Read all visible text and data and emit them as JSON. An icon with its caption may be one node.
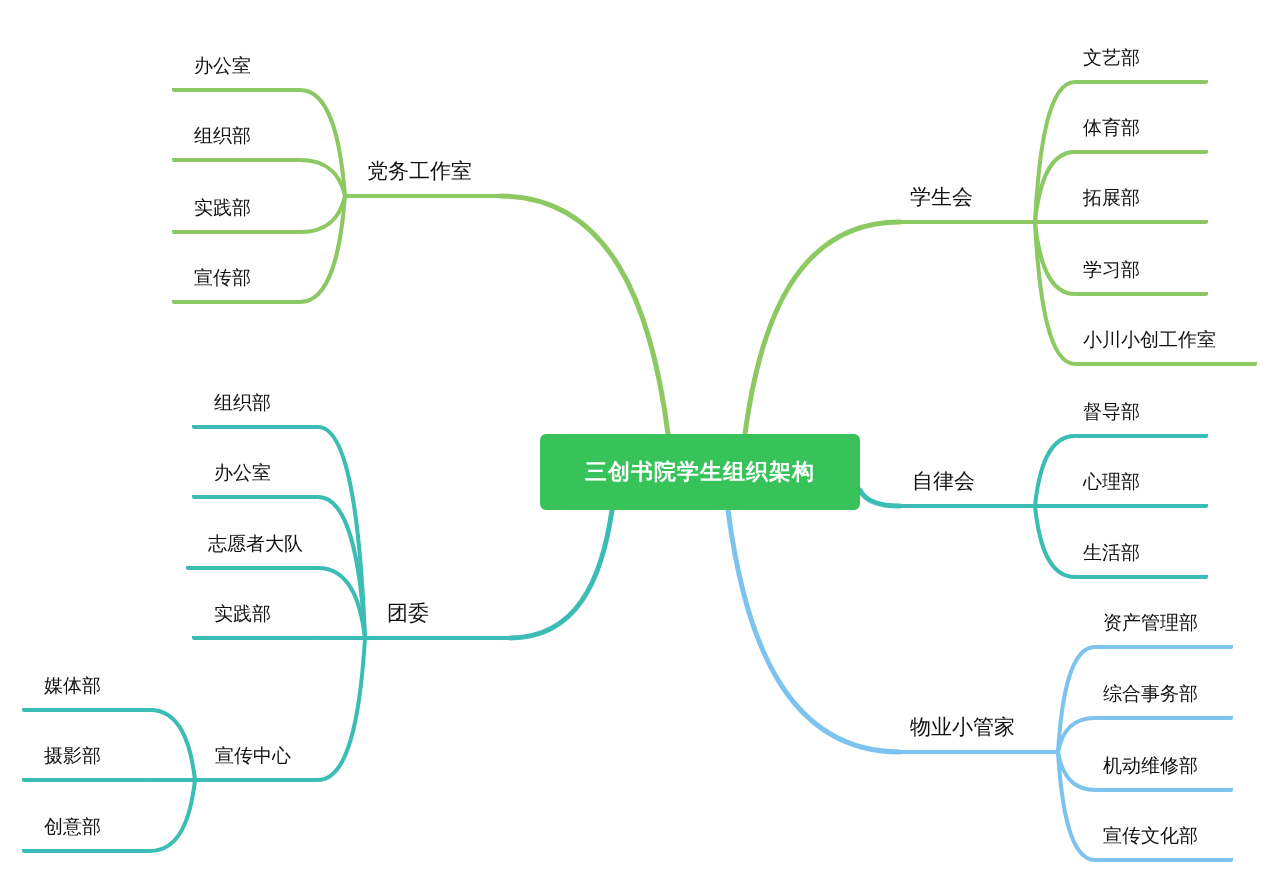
{
  "diagram": {
    "nodes": [
      {
        "text": [
          "三创书院学生组织架构"
        ]
      },
      {
        "text": [
          "党务工作室"
        ]
      },
      {
        "text": [
          "办公室"
        ]
      },
      {
        "text": [
          "组织部"
        ]
      },
      {
        "text": [
          "实践部"
        ]
      },
      {
        "text": [
          "宣传部"
        ]
      },
      {
        "text": [
          "学生会"
        ]
      },
      {
        "text": [
          "文艺部"
        ]
      },
      {
        "text": [
          "体育部"
        ]
      },
      {
        "text": [
          "拓展部"
        ]
      },
      {
        "text": [
          "学习部"
        ]
      },
      {
        "text": [
          "小川小创工作室"
        ]
      },
      {
        "text": [
          "自律会"
        ]
      },
      {
        "text": [
          "督导部"
        ]
      },
      {
        "text": [
          "心理部"
        ]
      },
      {
        "text": [
          "生活部"
        ]
      },
      {
        "text": [
          "物业小管家"
        ]
      },
      {
        "text": [
          "资产管理部"
        ]
      },
      {
        "text": [
          "综合事务部"
        ]
      },
      {
        "text": [
          "机动维修部"
        ]
      },
      {
        "text": [
          "宣传文化部"
        ]
      },
      {
        "text": [
          "团委"
        ]
      },
      {
        "text": [
          "组织部"
        ]
      },
      {
        "text": [
          "办公室"
        ]
      },
      {
        "text": [
          "志愿者大队"
        ]
      },
      {
        "text": [
          "实践部"
        ]
      },
      {
        "text": [
          "宣传中心"
        ]
      },
      {
        "text": [
          "媒体部"
        ]
      },
      {
        "text": [
          "摄影部"
        ]
      },
      {
        "text": [
          "创意部"
        ]
      }
    ],
    "edges": [
      {
        "from": 0,
        "to": 1,
        "arrow": "none",
        "color": "#8cc963"
      },
      {
        "from": 1,
        "to": 2,
        "arrow": "none",
        "color": "#8cc963"
      },
      {
        "from": 1,
        "to": 3,
        "arrow": "none",
        "color": "#8cc963"
      },
      {
        "from": 1,
        "to": 4,
        "arrow": "none",
        "color": "#8cc963"
      },
      {
        "from": 1,
        "to": 5,
        "arrow": "none",
        "color": "#8cc963"
      },
      {
        "from": 0,
        "to": 6,
        "arrow": "none",
        "color": "#8cc963"
      },
      {
        "from": 6,
        "to": 7,
        "arrow": "none",
        "color": "#8cc963"
      },
      {
        "from": 6,
        "to": 8,
        "arrow": "none",
        "color": "#8cc963"
      },
      {
        "from": 6,
        "to": 9,
        "arrow": "none",
        "color": "#8cc963"
      },
      {
        "from": 6,
        "to": 10,
        "arrow": "none",
        "color": "#8cc963"
      },
      {
        "from": 6,
        "to": 11,
        "arrow": "none",
        "color": "#8cc963"
      },
      {
        "from": 0,
        "to": 12,
        "arrow": "none"
      },
      {
        "from": 12,
        "to": 13,
        "arrow": "none"
      },
      {
        "from": 12,
        "to": 14,
        "arrow": "none"
      },
      {
        "from": 12,
        "to": 15,
        "arrow": "none"
      },
      {
        "from": 0,
        "to": 16,
        "arrow": "none",
        "color": "#7cc3ef"
      },
      {
        "from": 16,
        "to": 17,
        "arrow": "none",
        "color": "#7cc3ef"
      },
      {
        "from": 16,
        "to": 18,
        "arrow": "none",
        "color": "#7cc3ef"
      },
      {
        "from": 16,
        "to": 19,
        "arrow": "none",
        "color": "#7cc3ef"
      },
      {
        "from": 16,
        "to": 20,
        "arrow": "none",
        "color": "#7cc3ef"
      },
      {
        "from": 0,
        "to": 21,
        "arrow": "none"
      },
      {
        "from": 21,
        "to": 22,
        "arrow": "none"
      },
      {
        "from": 21,
        "to": 23,
        "arrow": "none"
      },
      {
        "from": 21,
        "to": 24,
        "arrow": "none"
      },
      {
        "from": 21,
        "to": 25,
        "arrow": "none"
      },
      {
        "from": 21,
        "to": 26,
        "arrow": "none"
      },
      {
        "from": 26,
        "to": 27,
        "arrow": "none"
      },
      {
        "from": 26,
        "to": 28,
        "arrow": "none"
      },
      {
        "from": 26,
        "to": 29,
        "arrow": "none"
      }
    ]
  }
}
